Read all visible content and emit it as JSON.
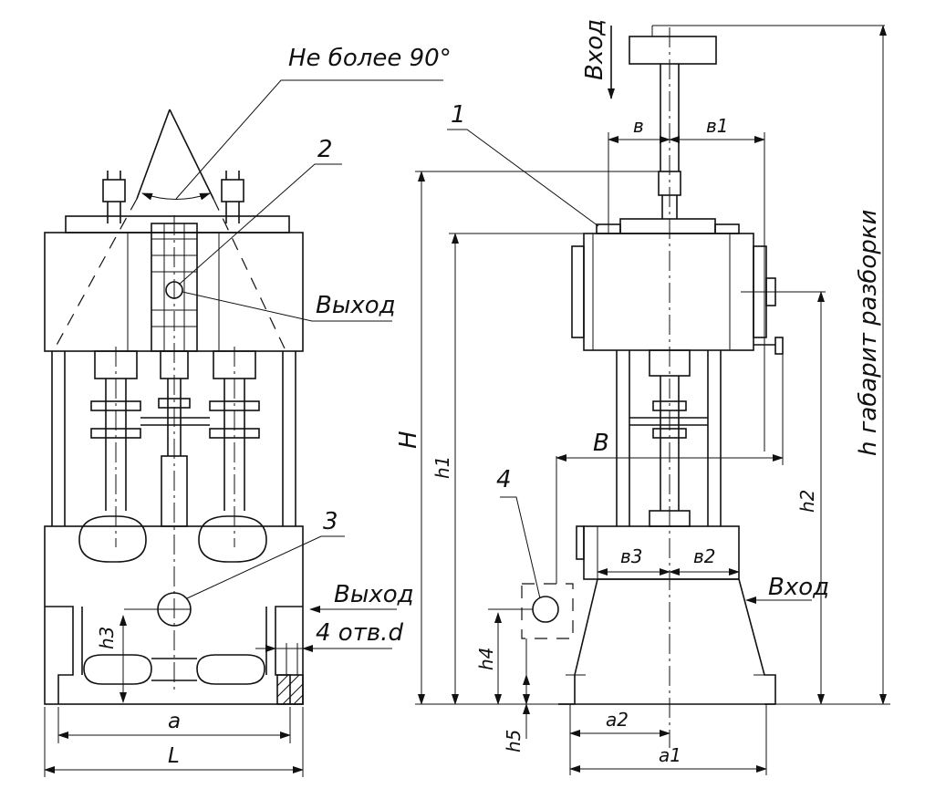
{
  "labels": {
    "angle_note": "Не более 90°",
    "leader_1": "1",
    "leader_2": "2",
    "leader_3": "3",
    "leader_4": "4",
    "outlet_top": "Выход",
    "outlet_bottom": "Выход",
    "inlet_top": "Вход",
    "inlet_side": "Вход",
    "holes": "4 отв.d",
    "dim_a": "a",
    "dim_L": "L",
    "dim_h3": "h3",
    "dim_H": "H",
    "dim_h1": "h1",
    "dim_h2": "h2",
    "dim_h4": "h4",
    "dim_h5": "h5",
    "dim_B": "B",
    "dim_b": "в",
    "dim_b1": "в1",
    "dim_b2": "в2",
    "dim_b3": "в3",
    "dim_a1": "a1",
    "dim_a2": "a2",
    "dim_h_total": "h габарит разборки"
  }
}
